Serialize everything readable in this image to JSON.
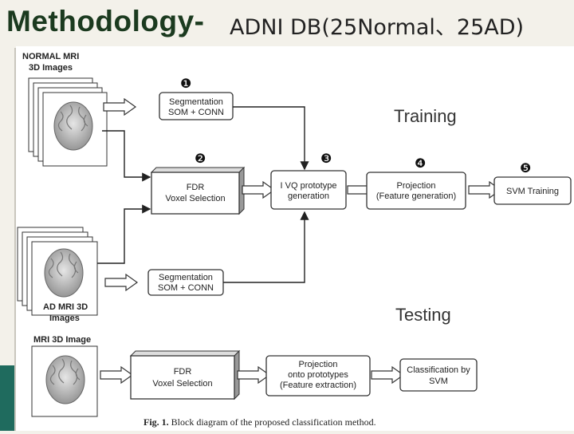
{
  "slide": {
    "title": "Methodology-",
    "subtitle": "ADNI DB(25Normal、25AD)"
  },
  "figure": {
    "normal_input_line1": "NORMAL MRI",
    "normal_input_line2": "3D Images",
    "ad_input_line1": "AD MRI 3D",
    "ad_input_line2": "Images",
    "test_input": "MRI 3D Image",
    "step_markers": [
      "❶",
      "❷",
      "❸",
      "❹",
      "❺"
    ],
    "segmentation_top_line1": "Segmentation",
    "segmentation_top_line2": "SOM + CONN",
    "segmentation_bottom_line1": "Segmentation",
    "segmentation_bottom_line2": "SOM + CONN",
    "fdr_line1": "FDR",
    "fdr_line2": "Voxel Selection",
    "vq_line1": "I VQ prototype",
    "vq_line2": "generation",
    "projection_line1": "Projection",
    "projection_line2": "(Feature generation)",
    "svm_training": "SVM Training",
    "training_label": "Training",
    "testing_label": "Testing",
    "test_fdr_line1": "FDR",
    "test_fdr_line2": "Voxel Selection",
    "test_projection_line1": "Projection",
    "test_projection_line2": "onto prototypes",
    "test_projection_line3": "(Feature extraction)",
    "classification_line1": "Classification by",
    "classification_line2": "SVM",
    "caption_label": "Fig. 1.",
    "caption_text": "Block diagram of the proposed classification method."
  }
}
